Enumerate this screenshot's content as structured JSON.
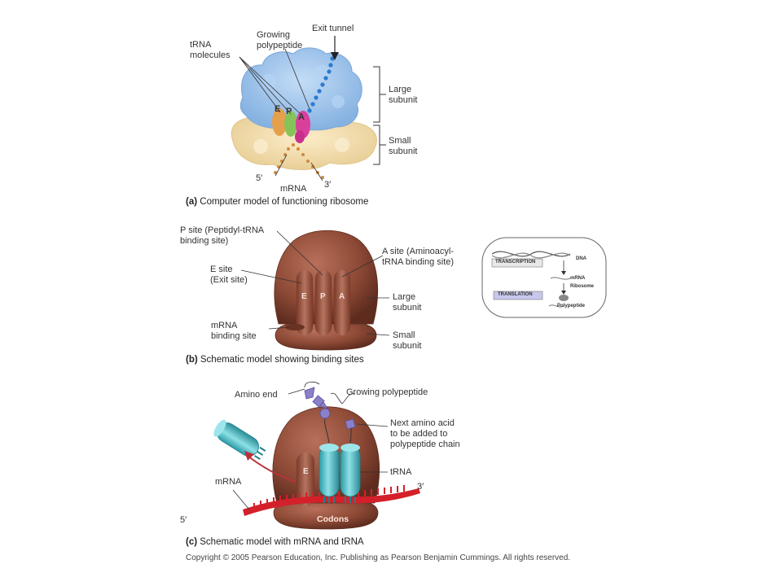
{
  "panel_a": {
    "labels": {
      "exit_tunnel": "Exit tunnel",
      "growing_polypeptide": "Growing\npolypeptide",
      "trna_molecules": "tRNA\nmolecules",
      "large_subunit": "Large\nsubunit",
      "small_subunit": "Small\nsubunit",
      "five_prime": "5′",
      "three_prime": "3′",
      "mrna": "mRNA",
      "site_e": "E",
      "site_p": "P",
      "site_a": "A"
    },
    "caption_letter": "(a)",
    "caption_text": "Computer model of functioning ribosome"
  },
  "panel_b": {
    "labels": {
      "p_site": "P site (Peptidyl-tRNA\nbinding site)",
      "a_site": "A site (Aminoacyl-\ntRNA binding site)",
      "e_site": "E site\n(Exit site)",
      "large_subunit": "Large\nsubunit",
      "small_subunit": "Small\nsubunit",
      "mrna_binding": "mRNA\nbinding site",
      "site_e": "E",
      "site_p": "P",
      "site_a": "A"
    },
    "caption_letter": "(b)",
    "caption_text": "Schematic model showing binding sites"
  },
  "inset": {
    "dna": "DNA",
    "transcription": "TRANSCRIPTION",
    "mrna": "mRNA",
    "ribosome": "Ribosome",
    "translation": "TRANSLATION",
    "polypeptide": "Polypeptide"
  },
  "panel_c": {
    "labels": {
      "amino_end": "Amino end",
      "growing_polypeptide": "Growing polypeptide",
      "next_amino_acid": "Next amino acid\nto be added to\npolypeptide chain",
      "trna": "tRNA",
      "mrna": "mRNA",
      "three_prime": "3′",
      "five_prime": "5′",
      "codons": "Codons",
      "site_e": "E"
    },
    "caption_letter": "(c)",
    "caption_text": "Schematic model with mRNA and tRNA"
  },
  "copyright": "Copyright © 2005 Pearson Education, Inc. Publishing as Pearson Benjamin Cummings. All rights reserved.",
  "colors": {
    "ribosome_brown": "#8e4a36",
    "large_subunit_blue": "#9cc4ee",
    "small_subunit_tan": "#f3ddb0",
    "trna_teal": "#3fb8c4",
    "mrna_red": "#d4202a",
    "trna_e_orange": "#e6a04c",
    "trna_p_green": "#86c45a",
    "trna_a_magenta": "#d8409c",
    "amino_purple": "#8a80c8"
  }
}
